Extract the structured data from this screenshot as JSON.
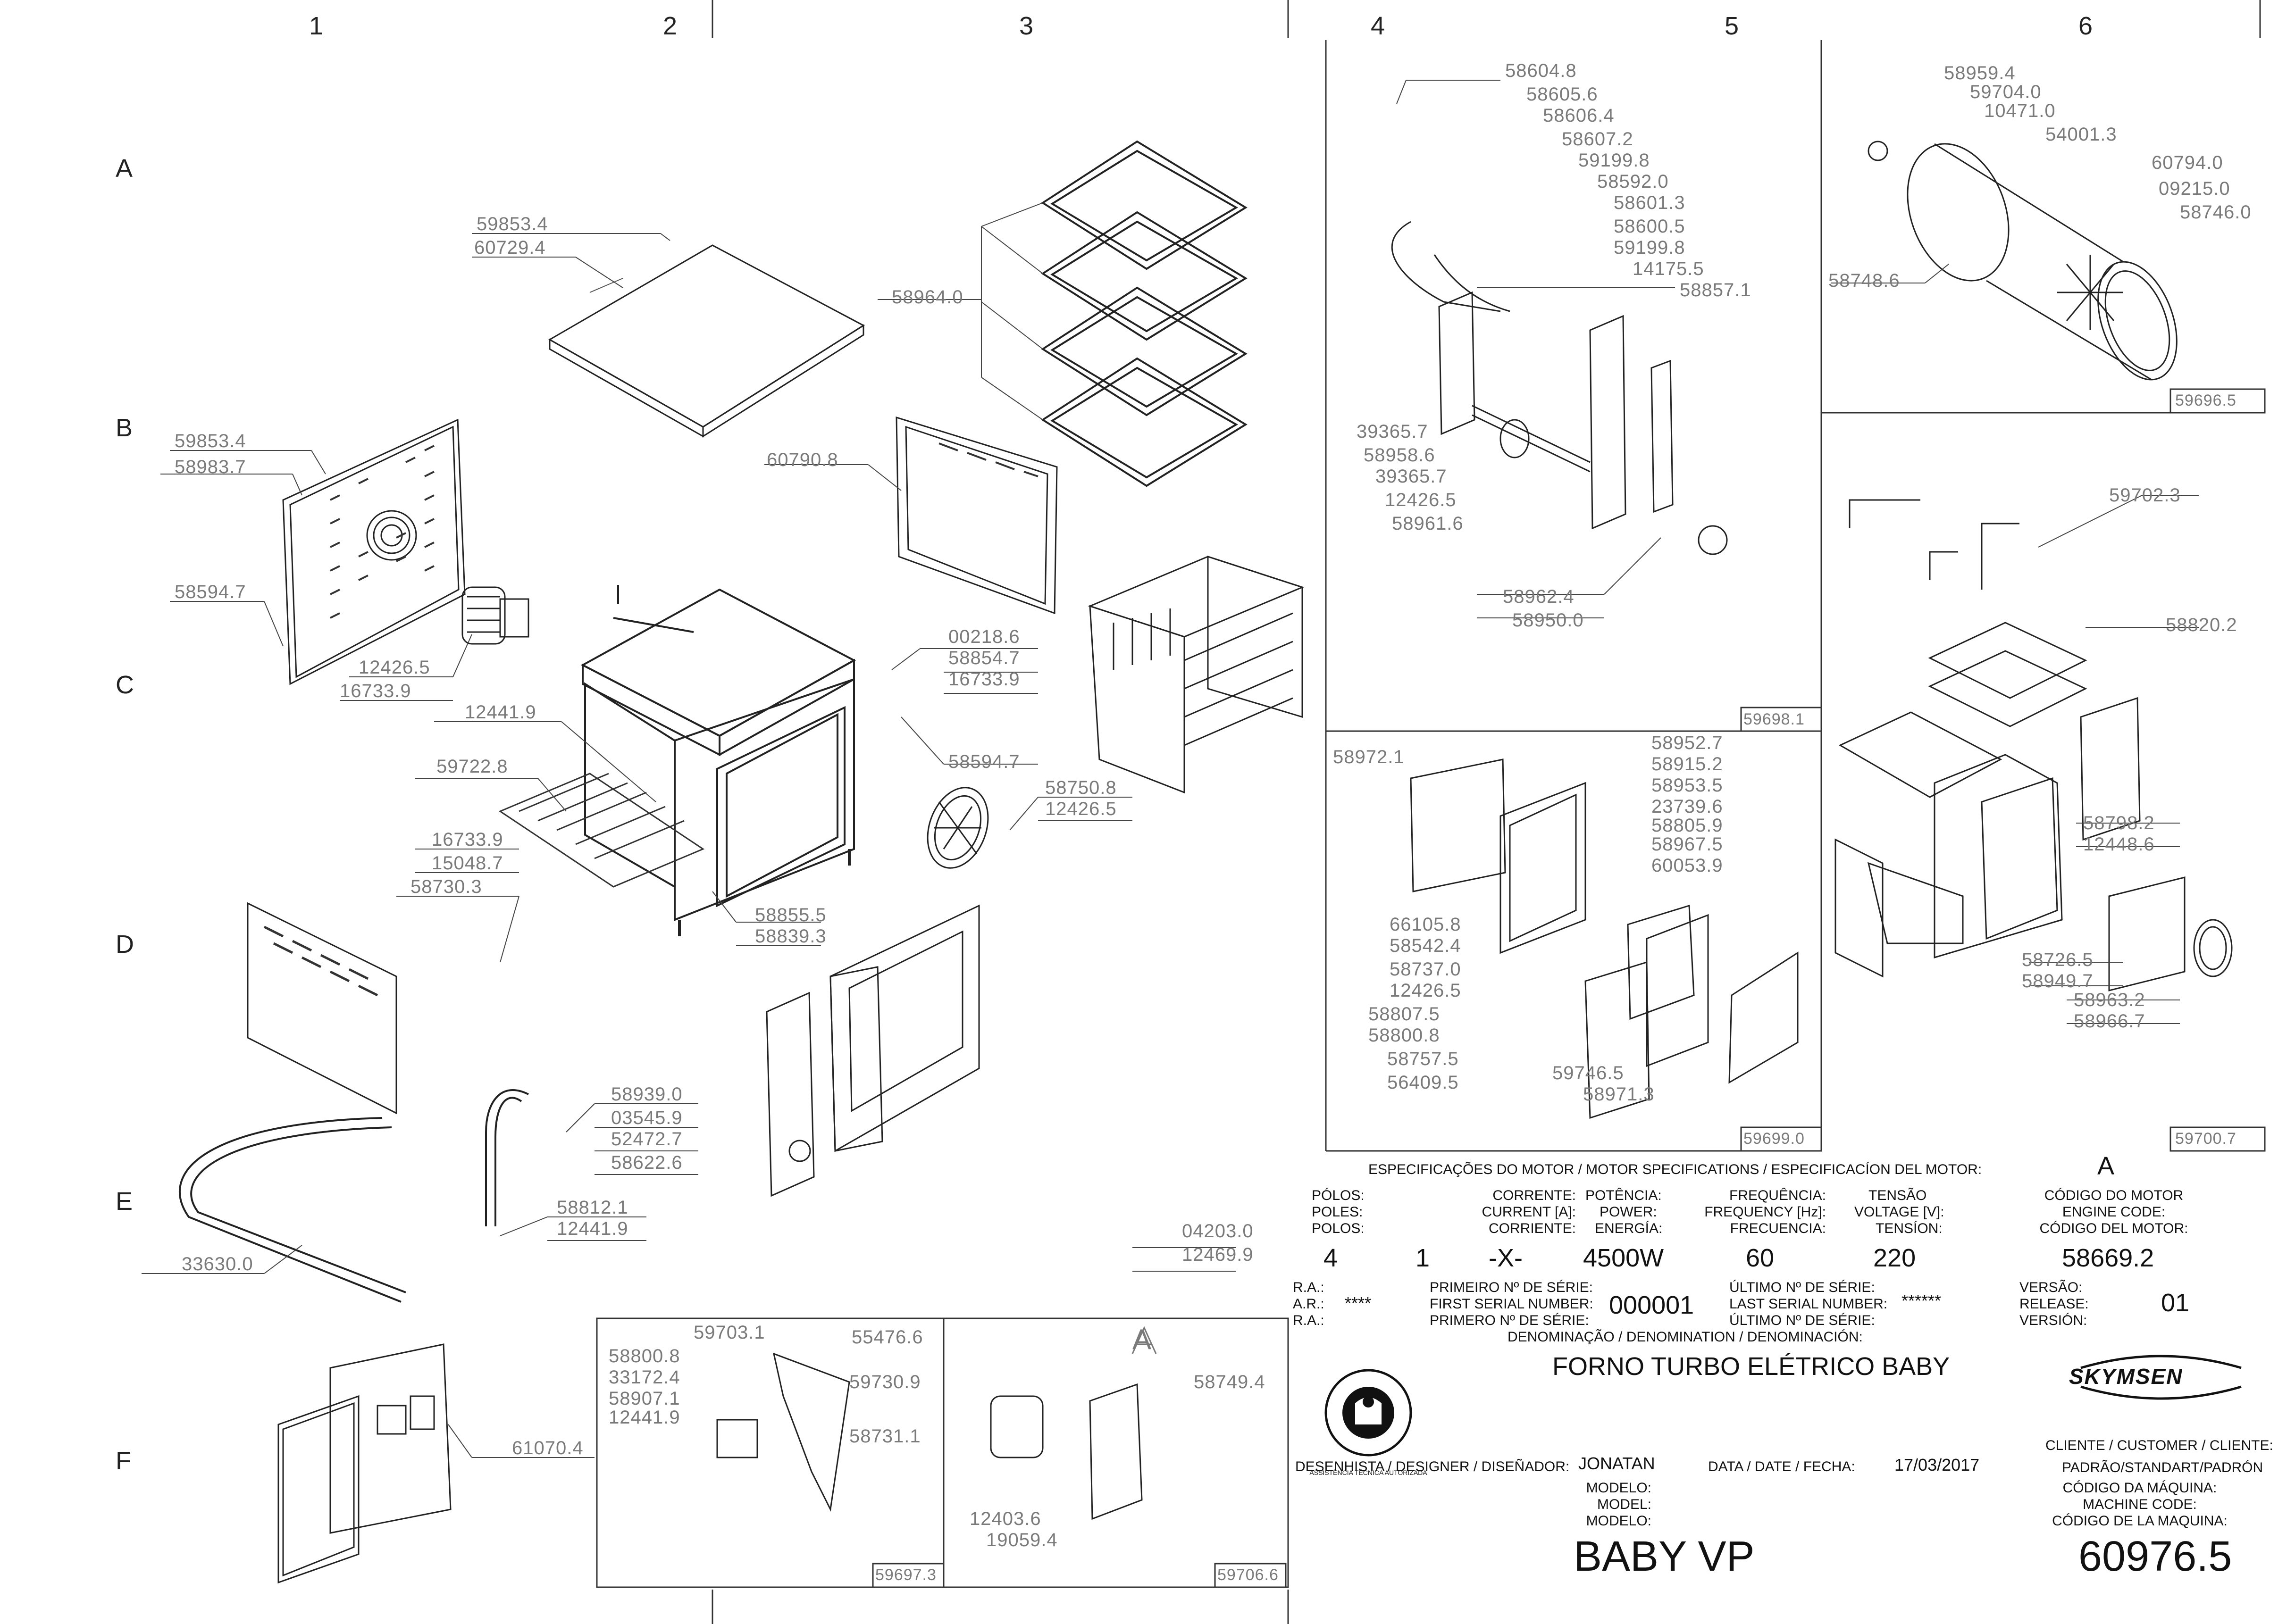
{
  "sheet": {
    "columns": [
      "1",
      "2",
      "3",
      "4",
      "5",
      "6"
    ],
    "rows": [
      "A",
      "B",
      "C",
      "D",
      "E",
      "F"
    ]
  },
  "labels": {
    "p59853_4a": "59853.4",
    "p60729_4": "60729.4",
    "p59853_4b": "59853.4",
    "p58983_7": "58983.7",
    "p58594_7a": "58594.7",
    "p12426_5a": "12426.5",
    "p16733_9a": "16733.9",
    "p12441_9a": "12441.9",
    "p59722_8": "59722.8",
    "p16733_9b": "16733.9",
    "p15048_7": "15048.7",
    "p58730_3": "58730.3",
    "p58964_0": "58964.0",
    "p60790_8": "60790.8",
    "p00218_6": "00218.6",
    "p58854_7": "58854.7",
    "p16733_9c": "16733.9",
    "p58594_7b": "58594.7",
    "p58750_8": "58750.8",
    "p12426_5b": "12426.5",
    "p58855_5": "58855.5",
    "p58839_3": "58839.3",
    "p58939_0": "58939.0",
    "p03545_9": "03545.9",
    "p52472_7": "52472.7",
    "p58622_6": "58622.6",
    "p58812_1": "58812.1",
    "p12441_9b": "12441.9",
    "p33630_0": "33630.0",
    "p61070_4": "61070.4",
    "p59703_1": "59703.1",
    "p55476_6": "55476.6",
    "p58800_8a": "58800.8",
    "p33172_4": "33172.4",
    "p58907_1": "58907.1",
    "p12441_9c": "12441.9",
    "p59730_9": "59730.9",
    "p58731_1": "58731.1",
    "box59697": "59697.3",
    "detailA": "A",
    "p58749_4": "58749.4",
    "p12403_6": "12403.6",
    "p19059_4": "19059.4",
    "box59706": "59706.6",
    "p04203_0": "04203.0",
    "p12469_9": "12469.9",
    "p58604_8": "58604.8",
    "p58605_6": "58605.6",
    "p58606_4": "58606.4",
    "p58607_2": "58607.2",
    "p59199_8a": "59199.8",
    "p58592_0": "58592.0",
    "p58601_3": "58601.3",
    "p58600_5": "58600.5",
    "p59199_8b": "59199.8",
    "p14175_5": "14175.5",
    "p58857_1": "58857.1",
    "p39365_7a": "39365.7",
    "p58958_6": "58958.6",
    "p39365_7b": "39365.7",
    "p12426_5c": "12426.5",
    "p58961_6": "58961.6",
    "p58962_4": "58962.4",
    "p58950_0": "58950.0",
    "box59698": "59698.1",
    "p58972_1": "58972.1",
    "p58952_7": "58952.7",
    "p58915_2": "58915.2",
    "p58953_5": "58953.5",
    "p23739_6": "23739.6",
    "p58805_9": "58805.9",
    "p58967_5": "58967.5",
    "p60053_9": "60053.9",
    "p66105_8": "66105.8",
    "p58542_4": "58542.4",
    "p58737_0": "58737.0",
    "p12426_5d": "12426.5",
    "p58807_5": "58807.5",
    "p58800_8b": "58800.8",
    "p58757_5": "58757.5",
    "p56409_5": "56409.5",
    "p59746_5": "59746.5",
    "p58971_3": "58971.3",
    "box59699": "59699.0",
    "p58959_4": "58959.4",
    "p59704_0": "59704.0",
    "p10471_0": "10471.0",
    "p54001_3": "54001.3",
    "p60794_0": "60794.0",
    "p09215_0": "09215.0",
    "p58746_0": "58746.0",
    "p58748_6": "58748.6",
    "box59696": "59696.5",
    "p59702_3": "59702.3",
    "p58820_2": "58820.2",
    "p58798_2": "58798.2",
    "p12448_6": "12448.6",
    "p58726_5": "58726.5",
    "p58949_7": "58949.7",
    "p58963_2": "58963.2",
    "p58966_7": "58966.7",
    "box59700": "59700.7"
  },
  "title_block": {
    "motor_spec_heading": "ESPECIFICAÇÕES DO MOTOR / MOTOR SPECIFICATIONS / ESPECIFICACÍON DEL MOTOR:",
    "motor_variant": "A",
    "poles_pt": "PÓLOS:",
    "poles_en": "POLES:",
    "poles_es": "POLOS:",
    "current_pt": "CORRENTE:",
    "current_en": "CURRENT [A]:",
    "current_es": "CORRIENTE:",
    "power_pt": "POTÊNCIA:",
    "power_en": "POWER:",
    "power_es": "ENERGÍA:",
    "freq_pt": "FREQUÊNCIA:",
    "freq_en": "FREQUENCY [Hz]:",
    "freq_es": "FRECUENCIA:",
    "volt_pt": "TENSÃO",
    "volt_en": "VOLTAGE [V]:",
    "volt_es": "TENSÍON:",
    "code_pt": "CÓDIGO DO MOTOR",
    "code_en": "ENGINE CODE:",
    "code_es": "CÓDIGO DEL MOTOR:",
    "poles_val": "4",
    "current_val_a": "1",
    "current_val_b": "-X-",
    "power_val": "4500W",
    "freq_val": "60",
    "volt_val": "220",
    "motor_code_val": "58669.2",
    "ra_pt": "R.A.:",
    "ra_en": "A.R.:",
    "ra_es": "R.A.:",
    "ra_val": "****",
    "first_serial_pt": "PRIMEIRO Nº DE SÉRIE:",
    "first_serial_en": "FIRST SERIAL NUMBER:",
    "first_serial_es": "PRIMERO Nº DE SÉRIE:",
    "first_serial_val": "000001",
    "last_serial_pt": "ÚLTIMO Nº DE SÉRIE:",
    "last_serial_en": "LAST SERIAL NUMBER:",
    "last_serial_es": "ÚLTIMO Nº DE SÉRIE:",
    "last_serial_val": "******",
    "version_pt": "VERSÃO:",
    "version_en": "RELEASE:",
    "version_es": "VERSIÓN:",
    "version_val": "01",
    "denomination_label": "DENOMINAÇÃO / DENOMINATION / DENOMINACIÓN:",
    "denomination_val": "FORNO TURBO ELÉTRICO BABY",
    "brand": "SKYMSEN",
    "seal_text": "ASSISTÊNCIA TÉCNICA AUTORIZADA",
    "designer_label": "DESENHISTA / DESIGNER / DISEÑADOR:",
    "designer_val": "JONATAN",
    "date_label": "DATA / DATE / FECHA:",
    "date_val": "17/03/2017",
    "client_label": "CLIENTE / CUSTOMER / CLIENTE:",
    "client_val": "PADRÃO/STANDART/PADRÓN",
    "model_pt": "MODELO:",
    "model_en": "MODEL:",
    "model_es": "MODELO:",
    "model_val": "BABY VP",
    "machine_code_pt": "CÓDIGO DA MÁQUINA:",
    "machine_code_en": "MACHINE CODE:",
    "machine_code_es": "CÓDIGO DE LA MAQUINA:",
    "machine_code_val": "60976.5"
  }
}
